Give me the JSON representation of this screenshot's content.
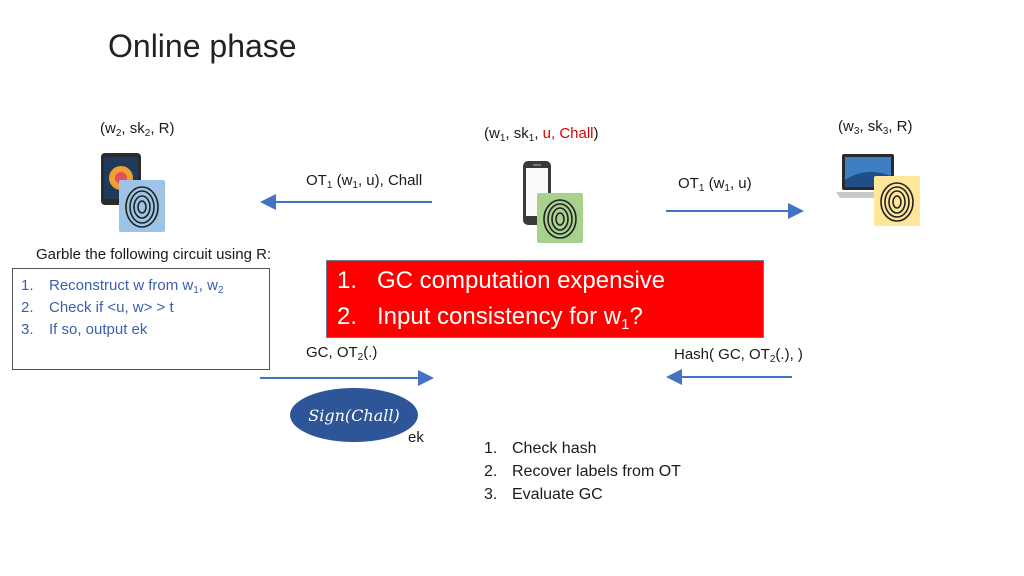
{
  "title": "Online phase",
  "party_left": {
    "label_w": "w",
    "label_w_sub": "2",
    "label_sk": "sk",
    "label_sk_sub": "2",
    "label_r": "R",
    "device_icon": "tablet-icon",
    "fingerprint_color": "#9dc3e6"
  },
  "party_center": {
    "label_w": "w",
    "label_w_sub": "1",
    "label_sk": "sk",
    "label_sk_sub": "1",
    "label_u_chall": "u, Chall",
    "device_icon": "smartphone-icon",
    "fingerprint_color": "#a9d18e"
  },
  "party_right": {
    "label_w": "w",
    "label_w_sub": "3",
    "label_sk": "sk",
    "label_sk_sub": "3",
    "label_r": "R",
    "device_icon": "laptop-icon",
    "fingerprint_color": "#ffe699"
  },
  "messages": {
    "to_left_ot": "OT",
    "to_left_ot_sub": "1",
    "to_left_w": " (w",
    "to_left_w_sub": "1",
    "to_left_rest": ", u), Chall",
    "to_right_ot": "OT",
    "to_right_ot_sub": "1",
    "to_right_w": " (w",
    "to_right_w_sub": "1",
    "to_right_rest": ", u)",
    "from_left_gc": "GC, OT",
    "from_left_gc_sub": "2",
    "from_left_rest": "(.)",
    "from_right_hash": "Hash( GC, OT",
    "from_right_hash_sub": "2",
    "from_right_rest": "(.),  )",
    "ek": "ek"
  },
  "circuit": {
    "heading": "Garble the following circuit using R:",
    "items": [
      {
        "num": "1.",
        "text_a": "Reconstruct w from w",
        "sub_a": "1",
        "text_b": ", w",
        "sub_b": "2"
      },
      {
        "num": "2.",
        "text": "Check if <u, w>  > t"
      },
      {
        "num": "3.",
        "text": "If so, output ek"
      }
    ]
  },
  "problems": {
    "items": [
      {
        "num": "1.",
        "text": "GC computation expensive"
      },
      {
        "num": "2.",
        "text": "Input consistency for w",
        "sub": "1",
        "after": "?"
      }
    ],
    "color": "#ff0000"
  },
  "sign": {
    "text": "Sign(Chall)",
    "color": "#2e5597"
  },
  "steps": [
    {
      "num": "1.",
      "text": "Check hash"
    },
    {
      "num": "2.",
      "text": "Recover labels from OT"
    },
    {
      "num": "3.",
      "text": "Evaluate GC"
    }
  ],
  "colors": {
    "arrow": "#4472c4",
    "highlight": "#e00000",
    "circuit_text": "#3b5fb0"
  }
}
